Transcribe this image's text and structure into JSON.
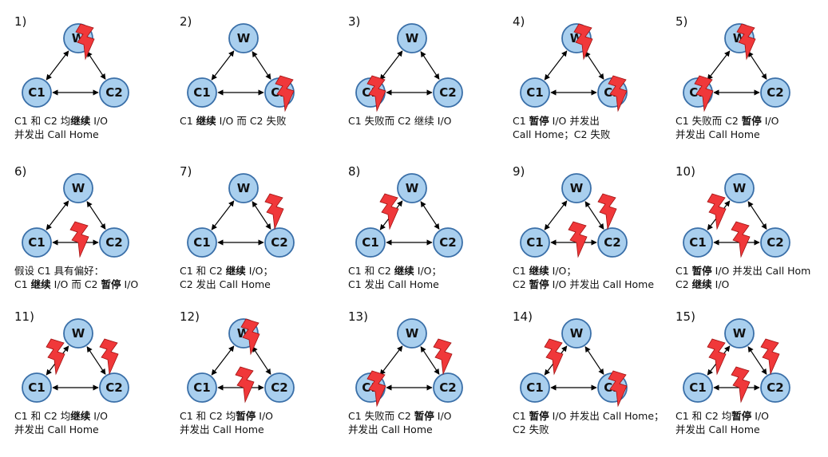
{
  "node_labels": {
    "w": "W",
    "c1": "C1",
    "c2": "C2"
  },
  "bolt_symbol": "lightning-bolt",
  "bolt_color": "#f0383a",
  "node_color": "#a9cfee",
  "scenarios": [
    {
      "number": "1)",
      "bolts": [
        "w"
      ],
      "caption": [
        [
          [
            "C1 和 C2 均",
            false
          ],
          [
            "继续",
            true
          ],
          [
            " I/O",
            false
          ]
        ],
        [
          [
            "并发出 Call Home",
            false
          ]
        ]
      ]
    },
    {
      "number": "2)",
      "bolts": [
        "c2"
      ],
      "caption": [
        [
          [
            "C1 ",
            false
          ],
          [
            "继续",
            true
          ],
          [
            " I/O 而 C2 失败",
            false
          ]
        ]
      ]
    },
    {
      "number": "3)",
      "bolts": [
        "c1"
      ],
      "caption": [
        [
          [
            "C1 失败而 C2 继续 I/O",
            false
          ]
        ]
      ]
    },
    {
      "number": "4)",
      "bolts": [
        "w",
        "c2"
      ],
      "caption": [
        [
          [
            "C1 ",
            false
          ],
          [
            "暂停",
            true
          ],
          [
            " I/O 并发出",
            false
          ]
        ],
        [
          [
            "Call Home；C2 失败",
            false
          ]
        ]
      ]
    },
    {
      "number": "5)",
      "bolts": [
        "w",
        "c1"
      ],
      "caption": [
        [
          [
            "C1 失败而 C2 ",
            false
          ],
          [
            "暂停",
            true
          ],
          [
            " I/O",
            false
          ]
        ],
        [
          [
            "并发出 Call Home",
            false
          ]
        ]
      ]
    },
    {
      "number": "6)",
      "bolts": [
        "bottom"
      ],
      "caption": [
        [
          [
            "假设 C1 具有偏好：",
            false
          ]
        ],
        [
          [
            "C1 ",
            false
          ],
          [
            "继续",
            true
          ],
          [
            " I/O 而 C2 ",
            false
          ],
          [
            "暂停",
            true
          ],
          [
            " I/O",
            false
          ]
        ]
      ]
    },
    {
      "number": "7)",
      "bolts": [
        "right"
      ],
      "caption": [
        [
          [
            "C1 和 C2 ",
            false
          ],
          [
            "继续",
            true
          ],
          [
            " I/O；",
            false
          ]
        ],
        [
          [
            "C2 发出 Call Home",
            false
          ]
        ]
      ]
    },
    {
      "number": "8)",
      "bolts": [
        "left"
      ],
      "caption": [
        [
          [
            "C1 和 C2 ",
            false
          ],
          [
            "继续",
            true
          ],
          [
            " I/O；",
            false
          ]
        ],
        [
          [
            "C1 发出 Call Home",
            false
          ]
        ]
      ]
    },
    {
      "number": "9)",
      "bolts": [
        "right",
        "bottom"
      ],
      "caption": [
        [
          [
            "C1 ",
            false
          ],
          [
            "继续",
            true
          ],
          [
            " I/O；",
            false
          ]
        ],
        [
          [
            "C2 ",
            false
          ],
          [
            "暂停",
            true
          ],
          [
            " I/O 并发出 Call Home",
            false
          ]
        ]
      ]
    },
    {
      "number": "10)",
      "bolts": [
        "left",
        "bottom"
      ],
      "caption": [
        [
          [
            "C1 ",
            false
          ],
          [
            "暂停",
            true
          ],
          [
            " I/O 并发出 Call Hom",
            false
          ]
        ],
        [
          [
            "C2 ",
            false
          ],
          [
            "继续",
            true
          ],
          [
            " I/O",
            false
          ]
        ]
      ]
    },
    {
      "number": "11)",
      "bolts": [
        "left",
        "right"
      ],
      "caption": [
        [
          [
            "C1 和 C2 均",
            false
          ],
          [
            "继续",
            true
          ],
          [
            " I/O",
            false
          ]
        ],
        [
          [
            "并发出 Call Home",
            false
          ]
        ]
      ]
    },
    {
      "number": "12)",
      "bolts": [
        "w",
        "bottom"
      ],
      "caption": [
        [
          [
            "C1 和 C2 均",
            false
          ],
          [
            "暂停",
            true
          ],
          [
            " I/O",
            false
          ]
        ],
        [
          [
            "并发出 Call Home",
            false
          ]
        ]
      ]
    },
    {
      "number": "13)",
      "bolts": [
        "c1",
        "right"
      ],
      "caption": [
        [
          [
            "C1 失败而 C2 ",
            false
          ],
          [
            "暂停",
            true
          ],
          [
            " I/O",
            false
          ]
        ],
        [
          [
            "并发出 Call Home",
            false
          ]
        ]
      ]
    },
    {
      "number": "14)",
      "bolts": [
        "left",
        "c2"
      ],
      "caption": [
        [
          [
            "C1 ",
            false
          ],
          [
            "暂停",
            true
          ],
          [
            " I/O 并发出 Call Home；",
            false
          ]
        ],
        [
          [
            "C2 失败",
            false
          ]
        ]
      ]
    },
    {
      "number": "15)",
      "bolts": [
        "left",
        "right",
        "bottom"
      ],
      "caption": [
        [
          [
            "C1 和 C2 均",
            false
          ],
          [
            "暂停",
            true
          ],
          [
            " I/O",
            false
          ]
        ],
        [
          [
            "并发出 Call Home",
            false
          ]
        ]
      ]
    }
  ]
}
